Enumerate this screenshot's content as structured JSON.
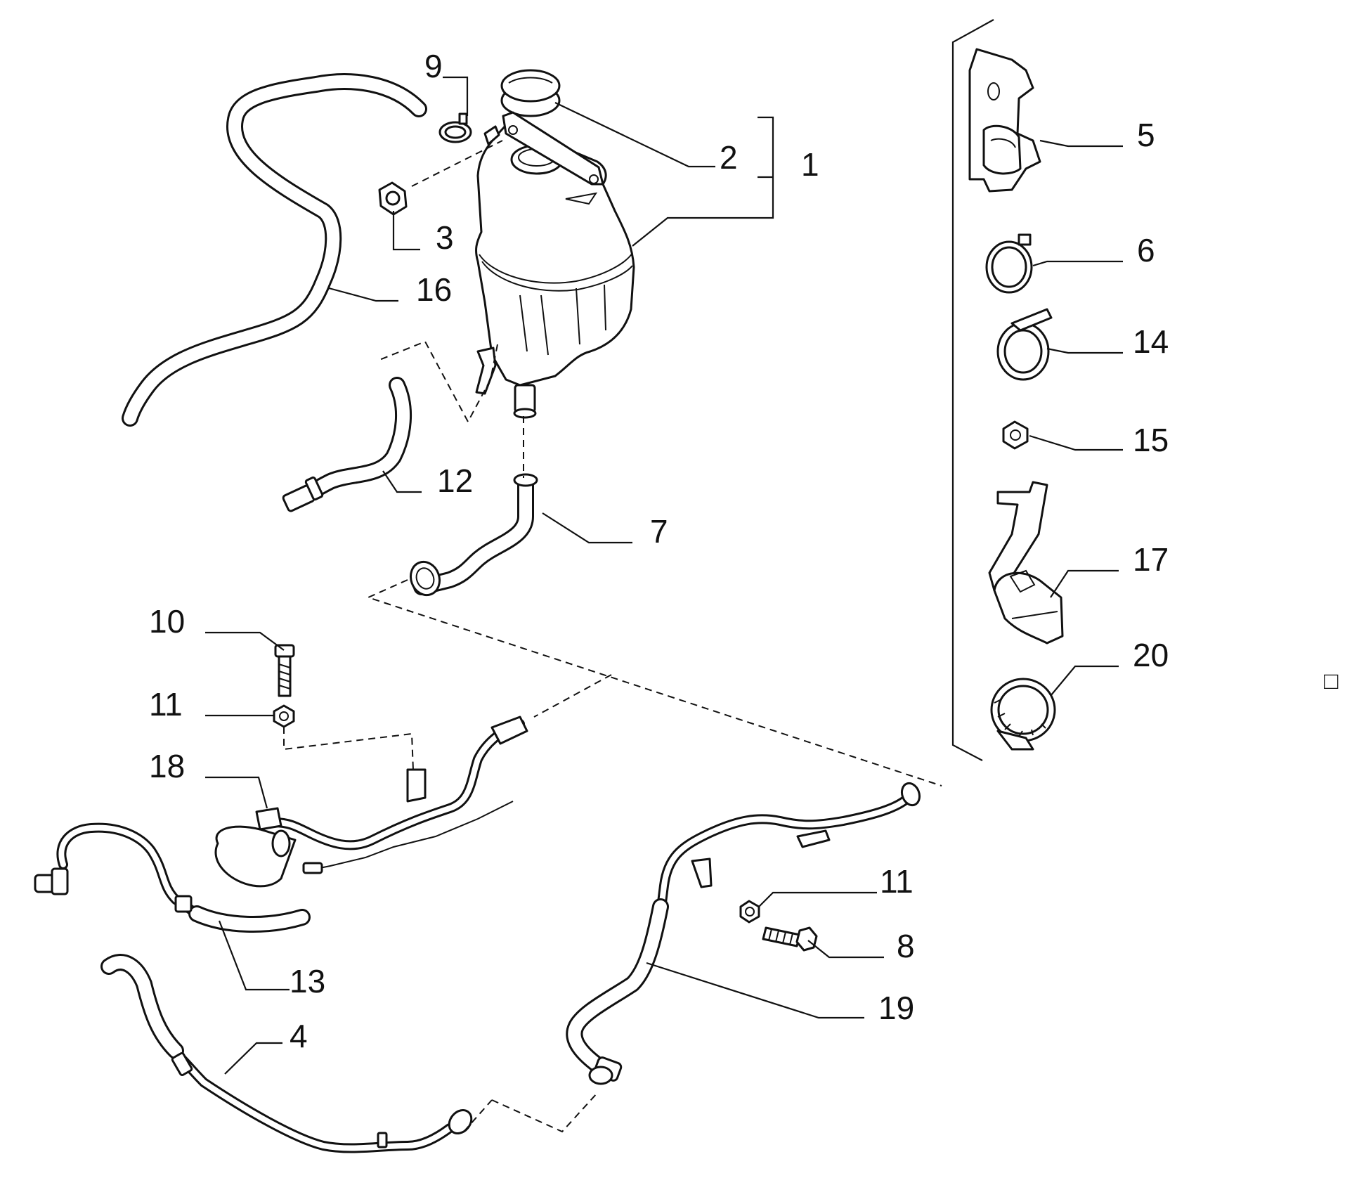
{
  "diagram": {
    "callouts": [
      {
        "id": "c1",
        "label": "1"
      },
      {
        "id": "c2",
        "label": "2"
      },
      {
        "id": "c3",
        "label": "3"
      },
      {
        "id": "c4",
        "label": "4"
      },
      {
        "id": "c5",
        "label": "5"
      },
      {
        "id": "c6",
        "label": "6"
      },
      {
        "id": "c7",
        "label": "7"
      },
      {
        "id": "c8",
        "label": "8"
      },
      {
        "id": "c9",
        "label": "9"
      },
      {
        "id": "c10",
        "label": "10"
      },
      {
        "id": "c11a",
        "label": "11"
      },
      {
        "id": "c11b",
        "label": "11"
      },
      {
        "id": "c12",
        "label": "12"
      },
      {
        "id": "c13",
        "label": "13"
      },
      {
        "id": "c14",
        "label": "14"
      },
      {
        "id": "c15",
        "label": "15"
      },
      {
        "id": "c16",
        "label": "16"
      },
      {
        "id": "c17",
        "label": "17"
      },
      {
        "id": "c18",
        "label": "18"
      },
      {
        "id": "c19",
        "label": "19"
      },
      {
        "id": "c20",
        "label": "20"
      }
    ],
    "corner_mark": "□"
  }
}
